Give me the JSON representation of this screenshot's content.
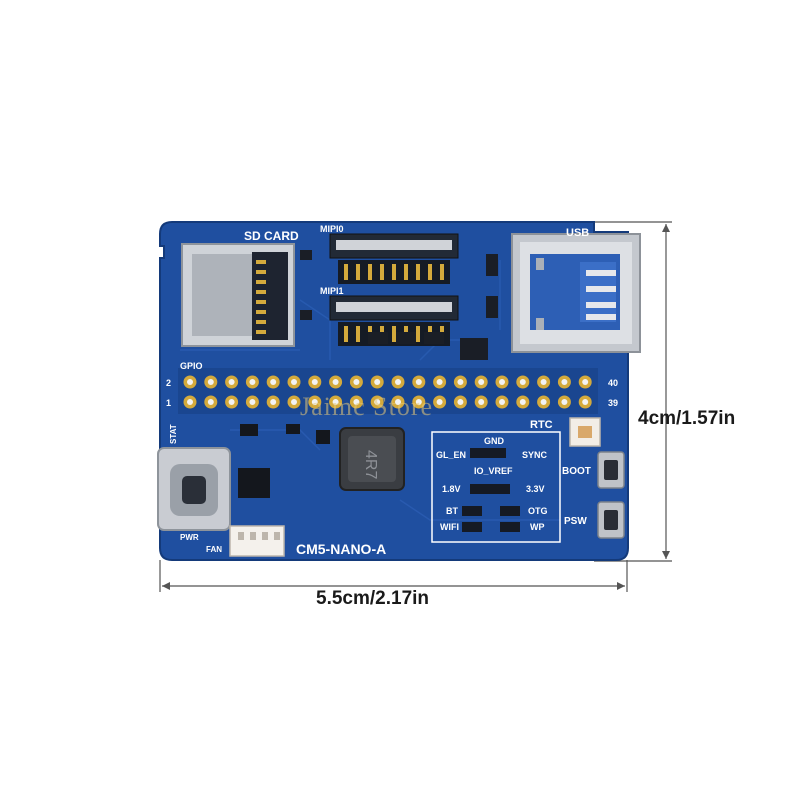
{
  "dimensions": {
    "height_label": "4cm/1.57in",
    "width_label": "5.5cm/2.17in"
  },
  "board": {
    "name": "CM5-NANO-A",
    "labels": {
      "sd_card": "SD CARD",
      "mipi0": "MIPI0",
      "mipi1": "MIPI1",
      "usb": "USB",
      "gpio": "GPIO",
      "pin2": "2",
      "pin1": "1",
      "pin40": "40",
      "pin39": "39",
      "stat": "STAT",
      "rtc": "RTC",
      "boot": "BOOT",
      "psw": "PSW",
      "pwr": "PWR",
      "fan": "FAN",
      "gnd": "GND",
      "gl_en": "GL_EN",
      "sync": "SYNC",
      "io_vref": "IO_VREF",
      "v18": "1.8V",
      "v33": "3.3V",
      "bt": "BT",
      "otg": "OTG",
      "wifi": "WIFI",
      "wp": "WP",
      "inductor": "4R7"
    },
    "colors": {
      "pcb": "#1f4fa0",
      "silkscreen": "#ffffff",
      "gold": "#d4aa3c",
      "metal": "#c9ccd2"
    }
  },
  "watermark": "Jaimc Store"
}
